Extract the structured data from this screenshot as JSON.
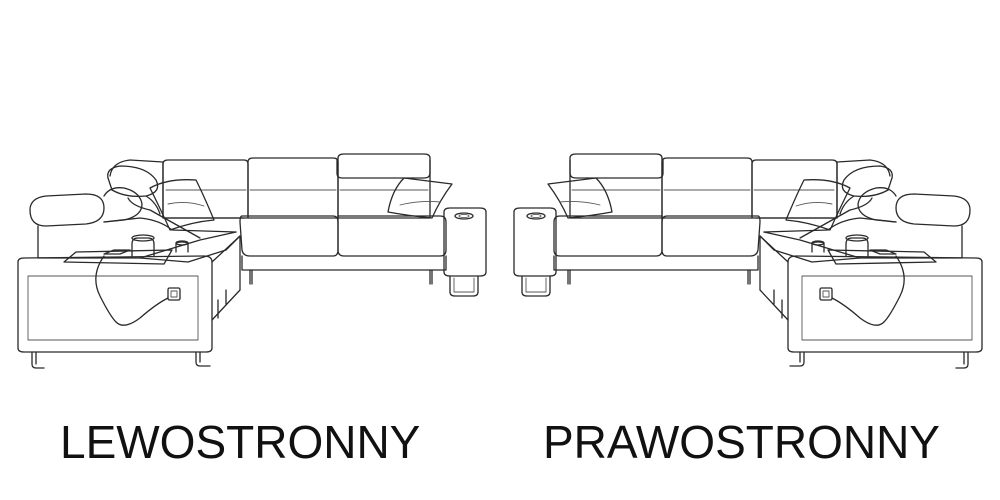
{
  "captions": {
    "left": "LEWOSTRONNY",
    "right": "PRAWOSTRONNY"
  },
  "illustrations": {
    "left_icon": "left-corner-sofa-illustration",
    "right_icon": "right-corner-sofa-illustration"
  },
  "colors": {
    "line": "#2a2a2a",
    "background": "#ffffff",
    "text": "#111111"
  }
}
